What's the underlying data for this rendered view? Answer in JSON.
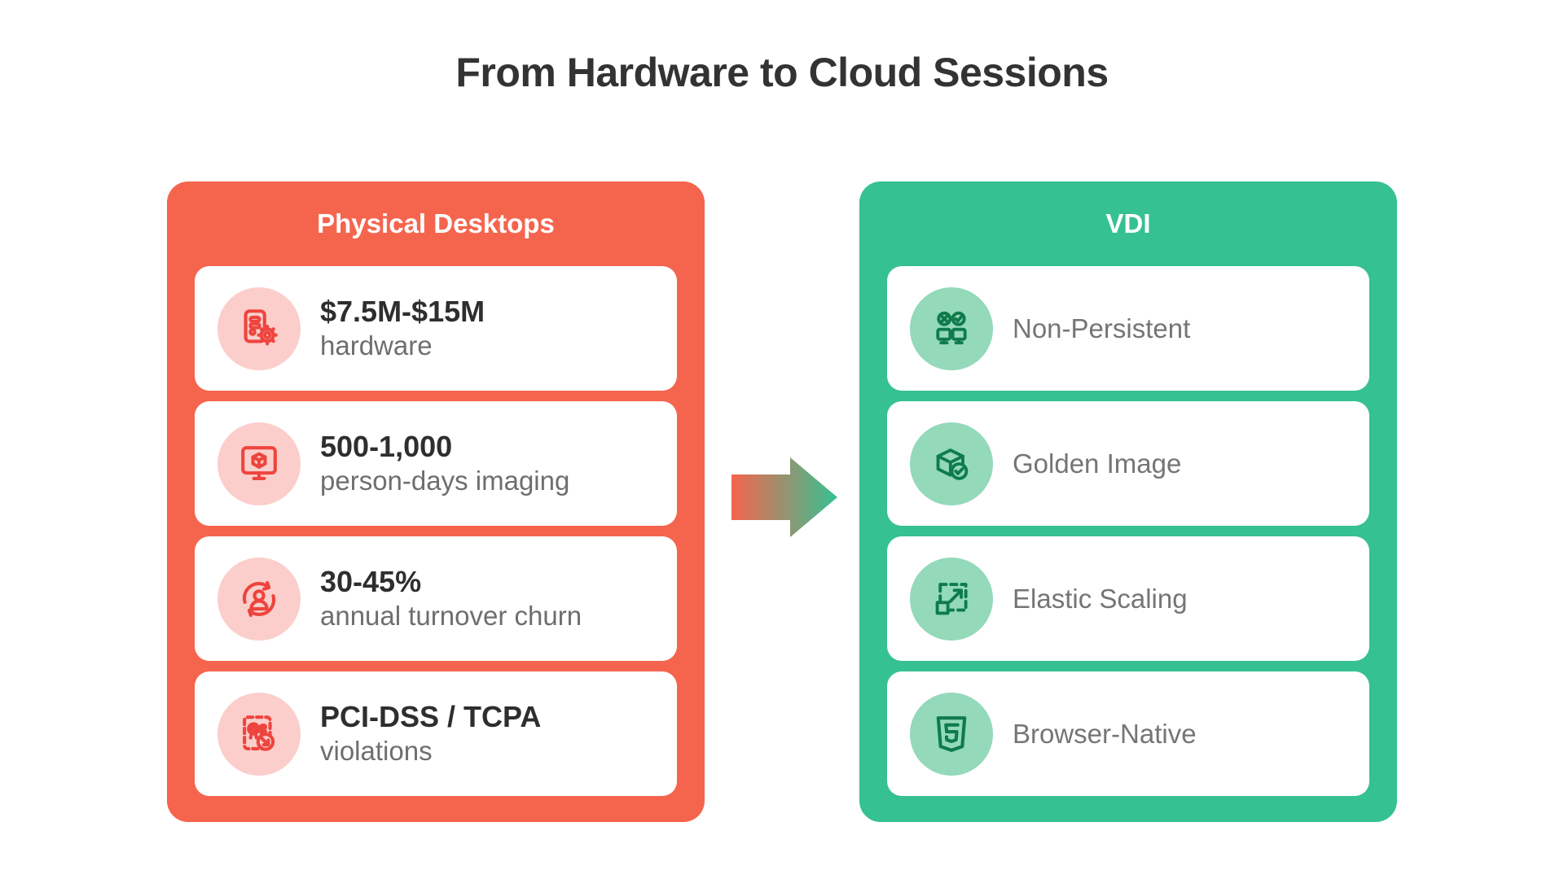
{
  "title": "From Hardware to Cloud Sessions",
  "colors": {
    "left_panel_bg": "#F5654E",
    "right_panel_bg": "#36C192",
    "left_icon_stroke": "#EE443E",
    "left_icon_circle": "#FBCECB",
    "right_icon_stroke": "#0F7B4B",
    "right_icon_circle": "#93D9BA",
    "title_text": "#333333",
    "value_text": "#2E2E2E",
    "label_text": "#6E6E6E",
    "card_bg": "#FFFFFF"
  },
  "left_panel": {
    "title": "Physical Desktops",
    "items": [
      {
        "value": "$7.5M-$15M",
        "label": "hardware",
        "icon": "server-gear-icon"
      },
      {
        "value": "500-1,000",
        "label": "person-days imaging",
        "icon": "monitor-cube-icon"
      },
      {
        "value": "30-45%",
        "label": "annual turnover churn",
        "icon": "person-refresh-icon"
      },
      {
        "value": "PCI-DSS / TCPA",
        "label": "violations",
        "icon": "certificate-violation-icon"
      }
    ]
  },
  "arrow": {
    "direction": "right",
    "from_color": "#F5654E",
    "to_color": "#36C192"
  },
  "right_panel": {
    "title": "VDI",
    "items": [
      {
        "label": "Non-Persistent",
        "icon": "non-persistent-monitors-icon"
      },
      {
        "label": "Golden Image",
        "icon": "golden-image-box-check-icon"
      },
      {
        "label": "Elastic Scaling",
        "icon": "elastic-scaling-expand-icon"
      },
      {
        "label": "Browser-Native",
        "icon": "html5-shield-icon"
      }
    ]
  }
}
